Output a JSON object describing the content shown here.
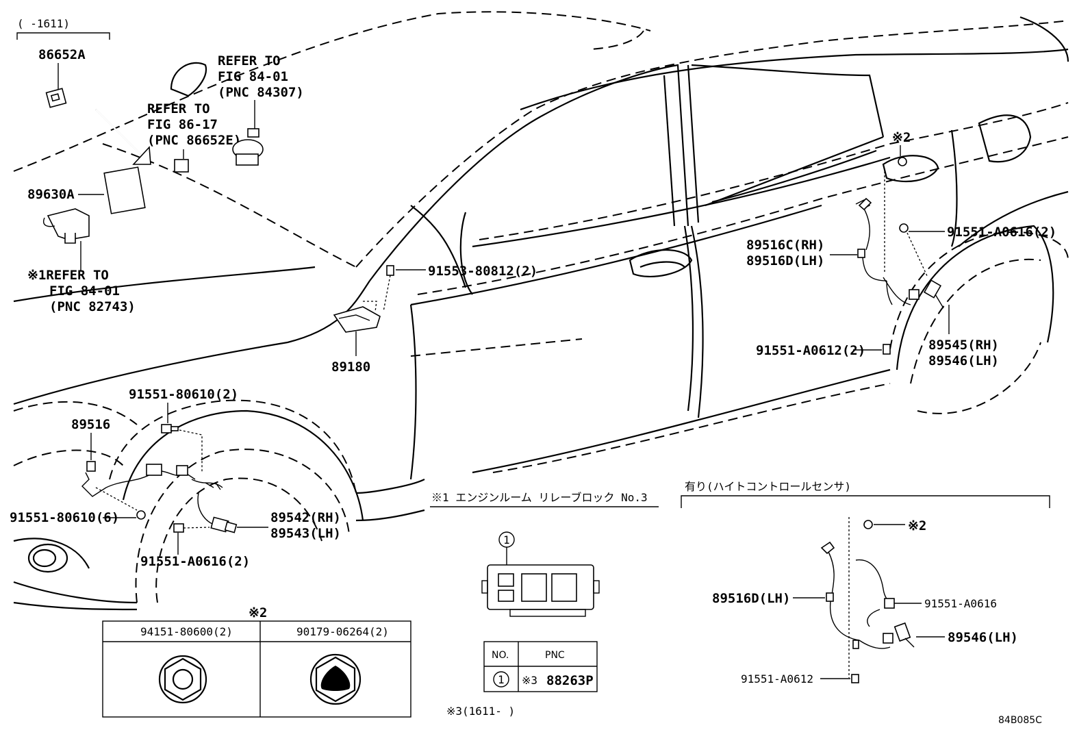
{
  "date_range_top_left": "(     -1611)",
  "labels": {
    "p86652A": "86652A",
    "p89630A": "89630A",
    "refer_84_01_a": [
      "REFER TO",
      "FIG 84-01",
      "(PNC 84307)"
    ],
    "refer_86_17": [
      "REFER TO",
      "FIG 86-17",
      "(PNC 86652E)"
    ],
    "refer_84_01_b": [
      "※1REFER TO",
      "FIG 84-01",
      "(PNC 82743)"
    ],
    "p91553": "91553-80812(2)",
    "p89180": "89180",
    "p91551_80610_2": "91551-80610(2)",
    "p89516": "89516",
    "p91551_80610_6": "91551-80610(6)",
    "p89542": "89542(RH)",
    "p89543": "89543(LH)",
    "p91551_A0616_2_front": "91551-A0616(2)",
    "note2_top": "※2",
    "p89516C": "89516C(RH)",
    "p89516D": "89516D(LH)",
    "p91551_A0616_2_rear": "91551-A0616(2)",
    "p89545": "89545(RH)",
    "p89546": "89546(LH)",
    "p91551_A0612_2": "91551-A0612(2)"
  },
  "note2_table": {
    "title": "※2",
    "columns": [
      "94151-80600(2)",
      "90179-06264(2)"
    ]
  },
  "relay_block": {
    "title": "※1 エンジンルーム リレーブロック No.3",
    "callout": "1",
    "table_headers": [
      "NO.",
      "PNC"
    ],
    "table_row": {
      "no": "1",
      "pnc_note": "※3",
      "pnc": "88263P"
    },
    "note3": "※3(1611-     )"
  },
  "height_sensor_box": {
    "title": "有り(ハイトコントロールセンサ)",
    "note2": "※2",
    "p89516D": "89516D(LH)",
    "p91551_A0616": "91551-A0616",
    "p89546": "89546(LH)",
    "p91551_A0612": "91551-A0612"
  },
  "figure_code": "84B085C"
}
